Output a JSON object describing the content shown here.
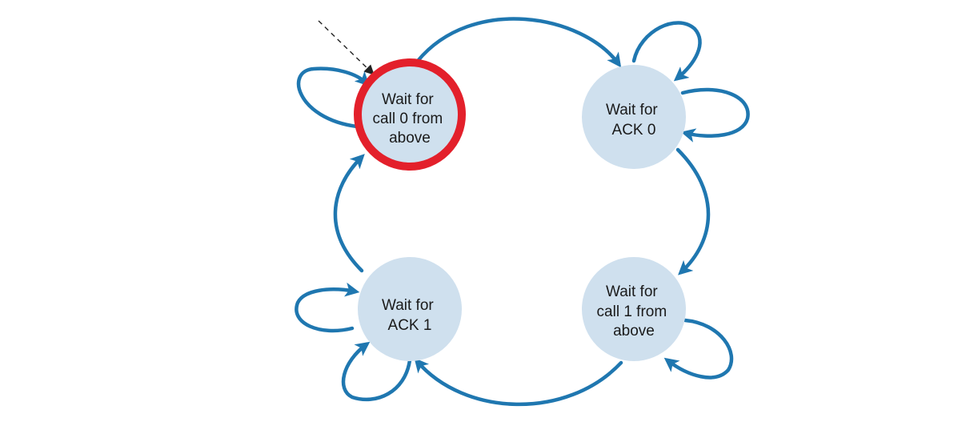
{
  "diagram": {
    "colors": {
      "state_fill": "#cfe0ee",
      "current_state_ring": "#e3202b",
      "transition_arrow": "#1f77b0",
      "initial_arrow": "#222222",
      "label_text": "#1a1a1a"
    },
    "states": [
      {
        "id": "wait-call-0",
        "lines": [
          "Wait for",
          "call 0 from",
          "above"
        ],
        "current": true,
        "initial": true
      },
      {
        "id": "wait-ack-0",
        "lines": [
          "Wait for",
          "ACK 0"
        ],
        "current": false,
        "initial": false
      },
      {
        "id": "wait-call-1",
        "lines": [
          "Wait for",
          "call 1 from",
          "above"
        ],
        "current": false,
        "initial": false
      },
      {
        "id": "wait-ack-1",
        "lines": [
          "Wait for",
          "ACK 1"
        ],
        "current": false,
        "initial": false
      }
    ],
    "transitions": [
      {
        "from": "wait-call-0",
        "to": "wait-ack-0"
      },
      {
        "from": "wait-ack-0",
        "to": "wait-call-1"
      },
      {
        "from": "wait-call-1",
        "to": "wait-ack-1"
      },
      {
        "from": "wait-ack-1",
        "to": "wait-call-0"
      },
      {
        "from": "wait-call-0",
        "to": "wait-call-0"
      },
      {
        "from": "wait-ack-0",
        "to": "wait-ack-0"
      },
      {
        "from": "wait-ack-0",
        "to": "wait-ack-0"
      },
      {
        "from": "wait-call-1",
        "to": "wait-call-1"
      },
      {
        "from": "wait-ack-1",
        "to": "wait-ack-1"
      },
      {
        "from": "wait-ack-1",
        "to": "wait-ack-1"
      }
    ]
  }
}
